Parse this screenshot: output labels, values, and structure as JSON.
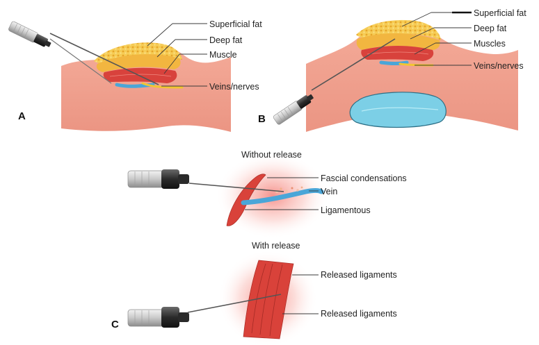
{
  "panel_a": {
    "letter": "A",
    "labels": {
      "superficial_fat": "Superficial fat",
      "deep_fat": "Deep fat",
      "muscle": "Muscle",
      "veins_nerves": "Veins/nerves"
    }
  },
  "panel_b": {
    "letter": "B",
    "labels": {
      "superficial_fat": "Superficial fat",
      "deep_fat": "Deep fat",
      "muscles": "Muscles",
      "veins_nerves": "Veins/nerves"
    }
  },
  "panel_c": {
    "letter": "C",
    "without_release": {
      "title": "Without release",
      "labels": {
        "fascial_condensations": "Fascial condensations",
        "vein": "Vein",
        "ligamentous": "Ligamentous"
      }
    },
    "with_release": {
      "title": "With release",
      "labels": {
        "released_ligaments_top": "Released ligaments",
        "released_ligaments_bottom": "Released ligaments"
      }
    }
  },
  "colors": {
    "skin": "#f1a493",
    "skin_dark": "#e08876",
    "fat": "#f6c84c",
    "fat_deep": "#f0b238",
    "muscle": "#d8423c",
    "vein": "#4aa6d8",
    "nerve": "#f2c531",
    "implant": "#7ccfe6",
    "glow": "#f0463c"
  }
}
